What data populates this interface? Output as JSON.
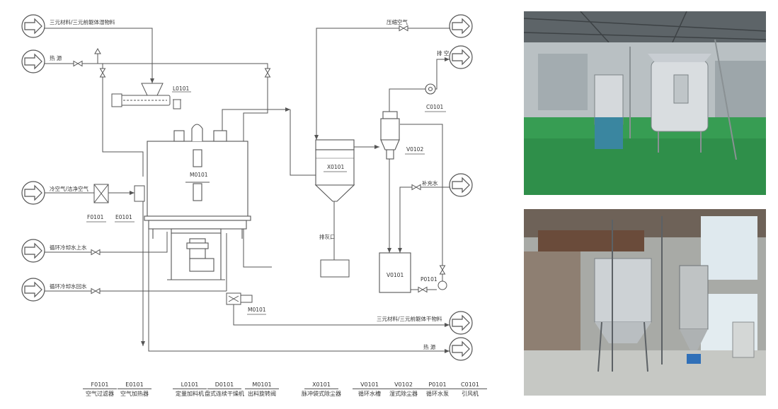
{
  "streams": {
    "material_in": "三元材料/三元前躯体湿物料",
    "heat_source_in": "热 源",
    "compressed_air": "压缩空气",
    "exhaust": "排 空",
    "cold_air": "冷空气/洁净空气",
    "makeup_water": "补充水",
    "cooling_water_in": "循环冷却水上水",
    "cooling_water_out": "循环冷却水回水",
    "ash_outlet": "排灰口",
    "material_out": "三元材料/三元前躯体干物料",
    "heat_source_out": "热 源"
  },
  "tags": {
    "L0101": "L0101",
    "M0101_top": "M0101",
    "M0101_bottom": "M0101",
    "X0101": "X0101",
    "V0102": "V0102",
    "V0101": "V0101",
    "C0101": "C0101",
    "P0101": "P0101",
    "F0101": "F0101",
    "E0101": "E0101"
  },
  "legend": [
    {
      "code": "F0101",
      "name": "空气过滤器"
    },
    {
      "code": "E0101",
      "name": "空气加热器"
    },
    {
      "code": "L0101",
      "name": "定量加料机"
    },
    {
      "code": "D0101",
      "name": "盘式连续干燥机"
    },
    {
      "code": "M0101",
      "name": "出料旋转阀"
    },
    {
      "code": "X0101",
      "name": "脉冲袋式除尘器"
    },
    {
      "code": "V0101",
      "name": "循环水槽"
    },
    {
      "code": "V0102",
      "name": "湿式除尘器"
    },
    {
      "code": "P0101",
      "name": "循环水泵"
    },
    {
      "code": "C0101",
      "name": "引风机"
    }
  ],
  "colors": {
    "line": "#555555",
    "green_floor": "#2f8f4a",
    "steel": "#c8cdd2"
  }
}
